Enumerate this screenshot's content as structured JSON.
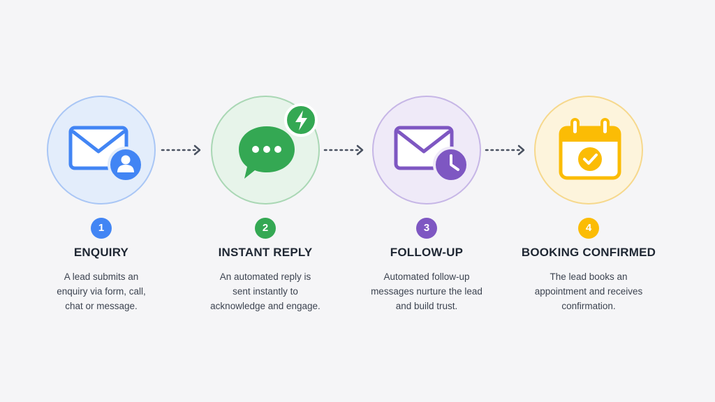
{
  "colors": {
    "blue": "#4285f4",
    "green": "#34a853",
    "purple": "#7e57c2",
    "yellow": "#fbbc05",
    "arrow": "#4a5261"
  },
  "steps": [
    {
      "number": "1",
      "title": "ENQUIRY",
      "description": [
        "A lead submits an",
        "enquiry via form, call,",
        "chat or message."
      ],
      "icon": "envelope-with-user-icon"
    },
    {
      "number": "2",
      "title": "INSTANT REPLY",
      "description": [
        "An automated reply is",
        "sent instantly to",
        "acknowledge and engage."
      ],
      "icon": "chat-bubble-with-lightning-icon"
    },
    {
      "number": "3",
      "title": "FOLLOW-UP",
      "description": [
        "Automated follow-up",
        "messages nurture the lead",
        "and build trust."
      ],
      "icon": "envelope-with-clock-icon"
    },
    {
      "number": "4",
      "title": "BOOKING CONFIRMED",
      "description": [
        "The lead books an",
        "appointment and receives",
        "confirmation."
      ],
      "icon": "calendar-check-icon"
    }
  ]
}
